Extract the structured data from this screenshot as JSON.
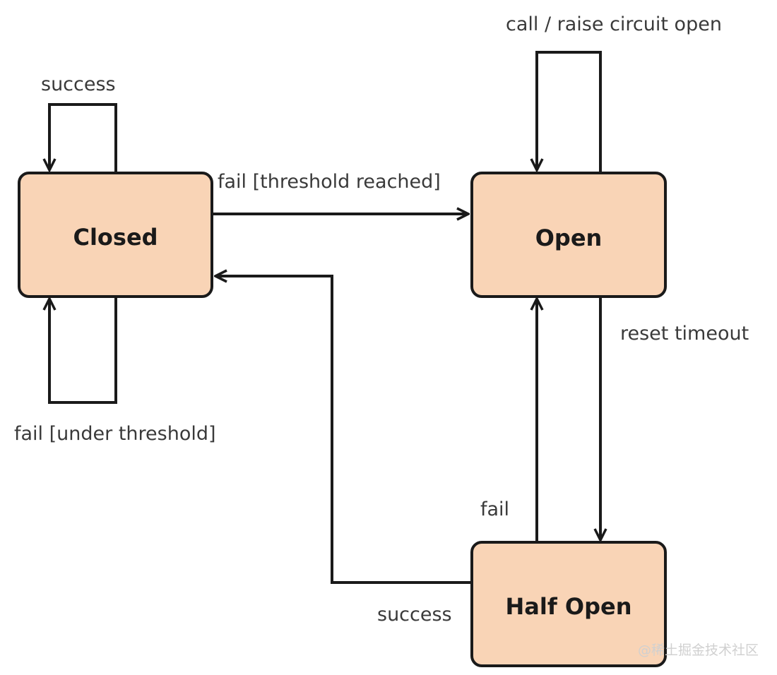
{
  "states": {
    "closed": {
      "label": "Closed"
    },
    "open": {
      "label": "Open"
    },
    "half_open": {
      "label": "Half Open"
    }
  },
  "transitions": {
    "closed_success": {
      "from": "Closed",
      "to": "Closed",
      "label": "success"
    },
    "closed_fail_under": {
      "from": "Closed",
      "to": "Closed",
      "label": "fail [under threshold]"
    },
    "closed_to_open": {
      "from": "Closed",
      "to": "Open",
      "label": "fail [threshold reached]"
    },
    "open_self": {
      "from": "Open",
      "to": "Open",
      "label": "call / raise circuit open"
    },
    "open_to_half": {
      "from": "Open",
      "to": "Half Open",
      "label": "reset timeout"
    },
    "half_to_open": {
      "from": "Half Open",
      "to": "Open",
      "label": "fail"
    },
    "half_to_closed": {
      "from": "Half Open",
      "to": "Closed",
      "label": "success"
    }
  },
  "watermark": "@稀土掘金技术社区",
  "colors": {
    "state_fill": "#f9d4b6",
    "stroke": "#1a1a1a",
    "label_text": "#3a3a3a"
  }
}
